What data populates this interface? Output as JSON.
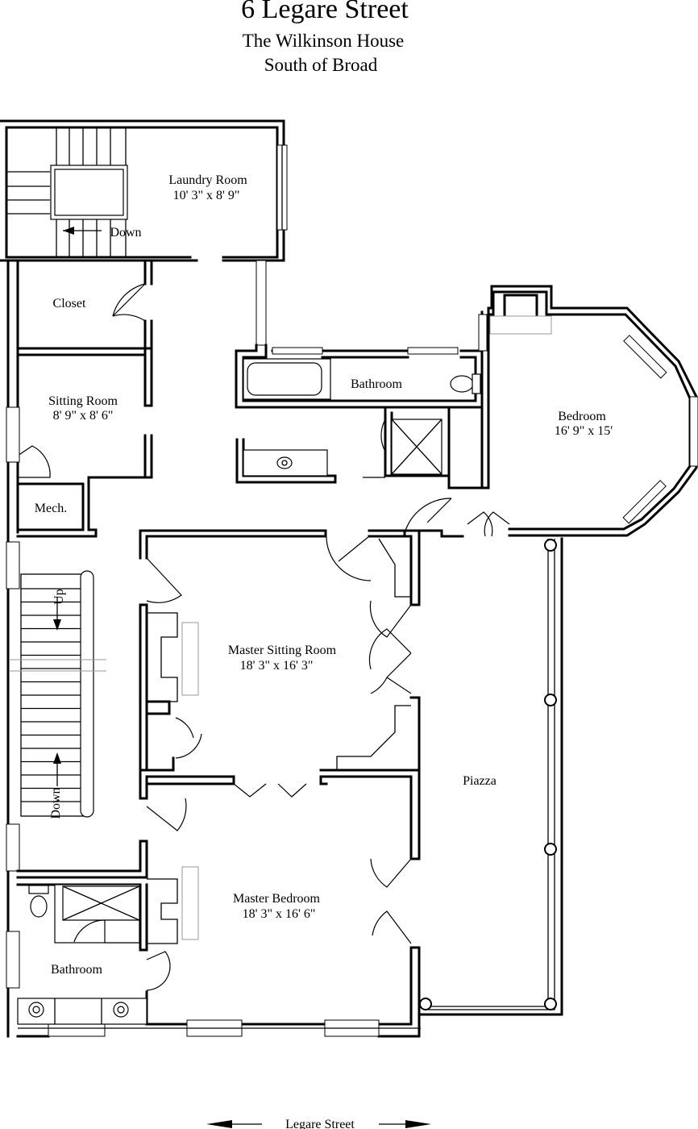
{
  "header": {
    "title": "6 Legare Street",
    "subtitle": "The Wilkinson House",
    "district": "South of Broad"
  },
  "rooms": {
    "laundry": {
      "name": "Laundry Room",
      "dims": "10' 3\" x 8' 9\""
    },
    "closet": {
      "name": "Closet"
    },
    "sitting": {
      "name": "Sitting Room",
      "dims": "8' 9\" x 8' 6\""
    },
    "mech": {
      "name": "Mech."
    },
    "bath_upper": {
      "name": "Bathroom"
    },
    "bedroom": {
      "name": "Bedroom",
      "dims": "16' 9\" x 15'"
    },
    "master_sitting": {
      "name": "Master Sitting Room",
      "dims": "18' 3\" x 16' 3\""
    },
    "piazza": {
      "name": "Piazza"
    },
    "master_bedroom": {
      "name": "Master Bedroom",
      "dims": "18' 3\" x 16' 6\""
    },
    "bath_lower": {
      "name": "Bathroom"
    }
  },
  "stairs": {
    "top_label": "Down",
    "main_up": "Up",
    "main_down": "Down"
  },
  "street": {
    "label": "Legare Street"
  }
}
